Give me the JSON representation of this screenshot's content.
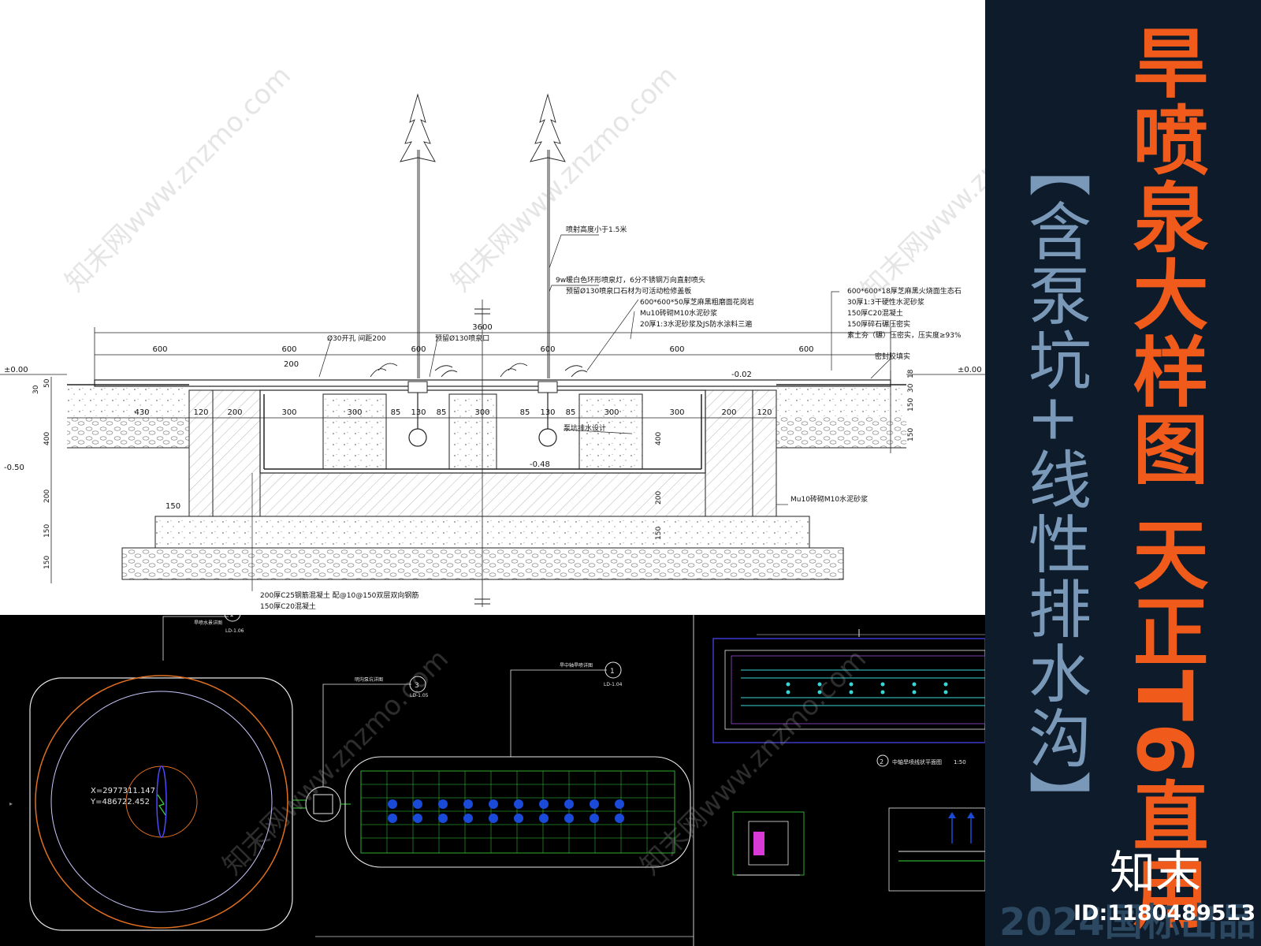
{
  "banner": {
    "title": "旱喷泉大样图 天正T6直用",
    "subtitle": "【含泵坑+线性排水沟】",
    "brand": "知末",
    "year_watermark": "2024国标出品",
    "id_label": "ID:1180489513"
  },
  "watermark": "知末网www.znzmo.com",
  "colors": {
    "title": "#f05a1a",
    "subtitle": "#7a98b8",
    "banner_bg": "#0d1b2a",
    "cad_bg": "#000000",
    "cad_yellow": "#e8e84a",
    "cad_cyan": "#3ad6d6",
    "cad_blue": "#1a4ad8"
  },
  "section": {
    "notes": [
      "喷射高度小于1.5米",
      "9w暖白色环形喷泉灯，6分不锈钢万向直射喷头",
      "预留Ø130喷泉口石材为可活动检修盖板",
      "600*600*50厚芝麻黑粗磨面花岗岩",
      "Mu10砖砌M10水泥砂浆",
      "20厚1:3水泥砂浆及JS防水涂料三遍"
    ],
    "right_notes": [
      "600*600*18厚芝麻黑火烧面生态石",
      "30厚1:3干硬性水泥砂浆",
      "150厚C20混凝土",
      "150厚碎石碾压密实",
      "素土夯（碾）压密实，压实度≥93%"
    ],
    "seal_label": "密封胶填实",
    "hole_label": "Ø30开孔 间距200",
    "reserve_label": "预留Ø130喷泉口",
    "drain_label": "泵坑排水设计",
    "wall_label": "Mu10砖砌M10水泥砂浆",
    "bottom_notes": [
      "200厚C25钢筋混凝土 配@10@150双层双向钢筋",
      "150厚C20混凝土"
    ],
    "total_width": "3600",
    "top_dims": [
      "600",
      "600",
      "600",
      "600",
      "600",
      "600"
    ],
    "mid_dims": [
      "430",
      "120",
      "200",
      "300",
      "300",
      "85",
      "130",
      "85",
      "300",
      "85",
      "130",
      "85",
      "300",
      "300",
      "200",
      "120"
    ],
    "level_left": "±0.00",
    "level_right": "±0.00",
    "level_grate": "-0.02",
    "level_pit": "-0.48",
    "level_side": "-0.50",
    "dim_200": "200",
    "dim_150": "150",
    "left_vert_dims": [
      "30",
      "50",
      "400",
      "200",
      "150",
      "150"
    ],
    "right_vert_dims": [
      "18",
      "30",
      "150",
      "150",
      "400",
      "200",
      "150"
    ]
  },
  "plan": {
    "coord_x": "X=2977311.147",
    "coord_y": "Y=486722.452",
    "callout1": "1",
    "callout1_ref": "LD-1.06",
    "callout1_text": "旱喷水景详图",
    "callout2": "3",
    "callout2_ref": "LD-1.05",
    "callout2_text": "明沟泵坑详图",
    "callout3": "1",
    "callout3_ref": "LD-1.04",
    "callout3_text": "旱中轴旱喷详图",
    "detail_label": "中轴旱喷线状平面图",
    "detail_num": "2",
    "detail_scale": "1:50"
  }
}
